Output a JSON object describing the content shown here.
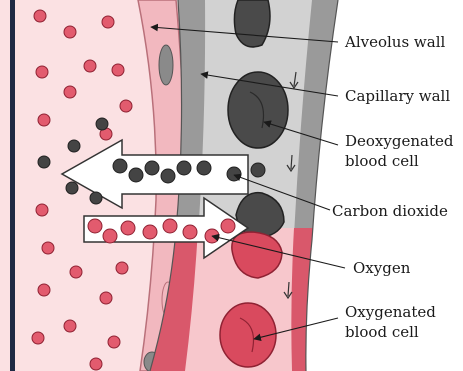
{
  "labels": {
    "alveolus_wall": "Alveolus wall",
    "capillary_wall": "Capillary wall",
    "deoxygenated_line1": "Deoxygenated",
    "deoxygenated_line2": "blood cell",
    "carbon_dioxide": "Carbon dioxide",
    "oxygen": "Oxygen",
    "oxygenated_line1": "Oxygenated",
    "oxygenated_line2": "blood cell"
  },
  "colors": {
    "alveolus_fill": "#fbe1e3",
    "alveolus_wall": "#f2b8bf",
    "edge_bar": "#1f2a44",
    "capillary_wall_grey": "#9a9a9a",
    "deoxygenated_blood": "#d2d2d2",
    "deoxygenated_cell": "#4a4a4a",
    "capillary_wall_red": "#d9586b",
    "oxygenated_blood": "#f7c7cc",
    "oxygenated_cell": "#d94a5e",
    "oxygen_dot": "#e25b6e",
    "co2_dot": "#444444"
  }
}
